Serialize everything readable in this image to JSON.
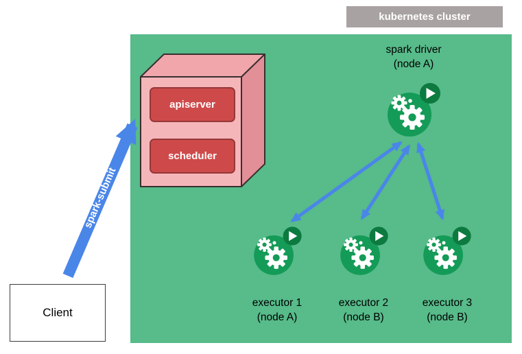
{
  "cluster": {
    "label": "kubernetes cluster"
  },
  "control_plane": {
    "apiserver_label": "apiserver",
    "scheduler_label": "scheduler"
  },
  "driver": {
    "name": "spark driver",
    "node": "(node A)"
  },
  "executors": [
    {
      "name": "executor 1",
      "node": "(node A)"
    },
    {
      "name": "executor 2",
      "node": "(node B)"
    },
    {
      "name": "executor 3",
      "node": "(node B)"
    }
  ],
  "spark_submit": {
    "label": "spark-submit"
  },
  "client": {
    "label": "Client"
  },
  "icons": {
    "pod_icon": "spark-pod-gears-play-icon"
  },
  "colors": {
    "cluster_bg": "#57BB8A",
    "cluster_label_bg": "#A9A2A2",
    "arrow_blue": "#4A86E8",
    "cube_front": "#F5B6BA",
    "cube_top": "#F0A6AB",
    "cube_side": "#E28F97",
    "cube_outline": "#3A2E30",
    "inner_box_red": "#CE4A4A",
    "inner_box_border": "#943838",
    "pod_green": "#149B57",
    "pod_play_green": "#0D7A40"
  }
}
